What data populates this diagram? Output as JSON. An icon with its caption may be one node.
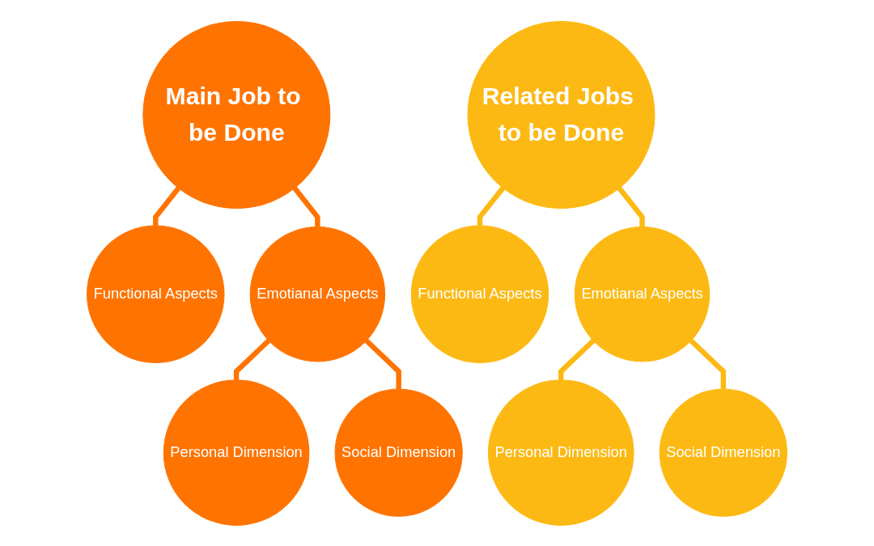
{
  "diagram": {
    "nodes": [
      {
        "text": [
          "Main Job to be Done"
        ]
      },
      {
        "text": [
          "Functional Aspects"
        ]
      },
      {
        "text": [
          "Emotianal Aspects"
        ]
      },
      {
        "text": [
          "Personal Dimension"
        ]
      },
      {
        "text": [
          "Social Dimension"
        ]
      },
      {
        "text": [
          "Related Jobs to be Done"
        ]
      },
      {
        "text": [
          "Functional Aspects"
        ]
      },
      {
        "text": [
          "Emotianal Aspects"
        ]
      },
      {
        "text": [
          "Personal Dimension"
        ]
      },
      {
        "text": [
          "Social Dimension"
        ]
      }
    ],
    "edges": [
      {
        "from": 0,
        "to": 1,
        "arrow": "none"
      },
      {
        "from": 0,
        "to": 2,
        "arrow": "none"
      },
      {
        "from": 2,
        "to": 3,
        "arrow": "none"
      },
      {
        "from": 2,
        "to": 4,
        "arrow": "none"
      },
      {
        "from": 5,
        "to": 6,
        "arrow": "none"
      },
      {
        "from": 5,
        "to": 7,
        "arrow": "none"
      },
      {
        "from": 7,
        "to": 8,
        "arrow": "none"
      },
      {
        "from": 7,
        "to": 9,
        "arrow": "none"
      }
    ]
  }
}
